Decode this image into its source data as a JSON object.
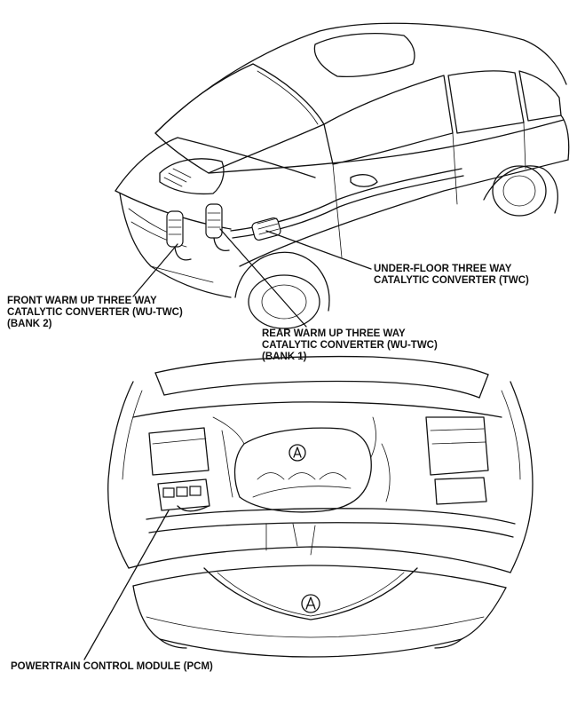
{
  "callouts": {
    "underfloor_twc": {
      "lines": [
        "UNDER-FLOOR THREE WAY",
        "CATALYTIC CONVERTER (TWC)"
      ]
    },
    "front_wu_twc": {
      "lines": [
        "FRONT WARM UP THREE WAY",
        "CATALYTIC CONVERTER (WU-TWC)",
        "(BANK 2)"
      ]
    },
    "rear_wu_twc": {
      "lines": [
        "REAR WARM UP THREE WAY",
        "CATALYTIC CONVERTER (WU-TWC)",
        "(BANK 1)"
      ]
    },
    "pcm": {
      "lines": [
        "POWERTRAIN CONTROL MODULE (PCM)"
      ]
    }
  },
  "colors": {
    "ink": "#111111",
    "paper": "#ffffff"
  }
}
